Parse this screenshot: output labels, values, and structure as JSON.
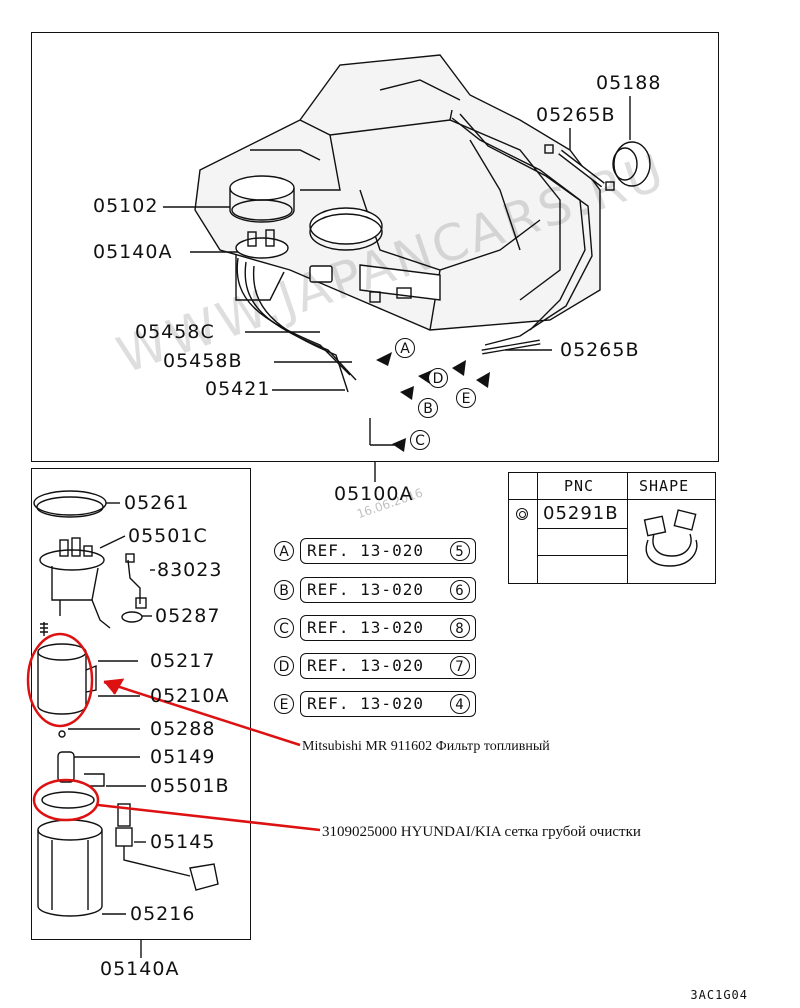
{
  "watermark": {
    "site": "WWW.JAPANCARS.RU",
    "date": "16.06.2016"
  },
  "tank_labels": {
    "p05188": "05188",
    "p05265b_top": "05265B",
    "p05102": "05102",
    "p05140a": "05140A",
    "p05458c": "05458C",
    "p05458b": "05458B",
    "p05421": "05421",
    "p05265b_right": "05265B",
    "p05100a": "05100A"
  },
  "connector_letters": [
    "A",
    "D",
    "E",
    "B",
    "C"
  ],
  "pump_labels": {
    "p05261": "05261",
    "p05501c": "05501C",
    "p83023": "83023",
    "p05287": "05287",
    "p05217": "05217",
    "p05210a": "05210A",
    "p05288": "05288",
    "p05149": "05149",
    "p05501b": "05501B",
    "p05145": "05145",
    "p05216": "05216",
    "p05140a_bottom": "05140A"
  },
  "references": [
    {
      "letter": "A",
      "text": "REF. 13-020",
      "num": "5"
    },
    {
      "letter": "B",
      "text": "REF. 13-020",
      "num": "6"
    },
    {
      "letter": "C",
      "text": "REF. 13-020",
      "num": "8"
    },
    {
      "letter": "D",
      "text": "REF. 13-020",
      "num": "7"
    },
    {
      "letter": "E",
      "text": "REF. 13-020",
      "num": "4"
    }
  ],
  "table": {
    "pnc_header": "PNC",
    "shape_header": "SHAPE",
    "row_pnc": "05291B"
  },
  "annotations": {
    "filter_note": "Mitsubishi MR 911602 Фильтр топливный",
    "mesh_note": "3109025000 HYUNDAI/KIA сетка грубой очистки",
    "highlight_color": "#dd1111"
  },
  "diagram_code": "3AC1G04"
}
